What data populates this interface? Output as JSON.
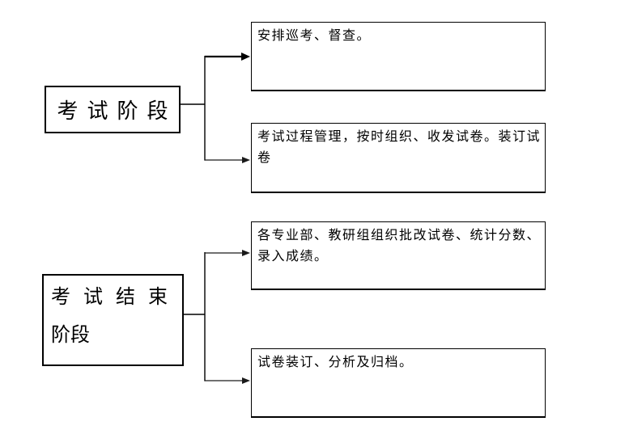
{
  "diagram": {
    "background_color": "#ffffff",
    "line_color": "#000000",
    "arrow_color": "#1a1a1a",
    "text_color": "#000000",
    "stages": [
      {
        "id": "exam",
        "lines": [
          "考试阶段"
        ]
      },
      {
        "id": "exam-end",
        "lines": [
          "考 试 结 束",
          "阶段"
        ]
      }
    ],
    "tasks": [
      {
        "id": "patrol",
        "full_text": "安排巡考、督查。",
        "lines": [
          "安排巡考、督查。"
        ]
      },
      {
        "id": "process",
        "full_text": "考试过程管理，按时组织、收发试卷。装订试卷",
        "lines": [
          "考试过程管理，按时组织、收发试卷。装订试",
          "卷"
        ]
      },
      {
        "id": "grading",
        "full_text": "各专业部、教研组组织批改试卷、统计分数、录入成绩。",
        "lines": [
          "各专业部、教研组组织批改试卷、统计分数、",
          "录入成绩。"
        ]
      },
      {
        "id": "archive",
        "full_text": "试卷装订、分析及归档。",
        "lines": [
          "试卷装订、分析及归档。"
        ]
      }
    ]
  }
}
